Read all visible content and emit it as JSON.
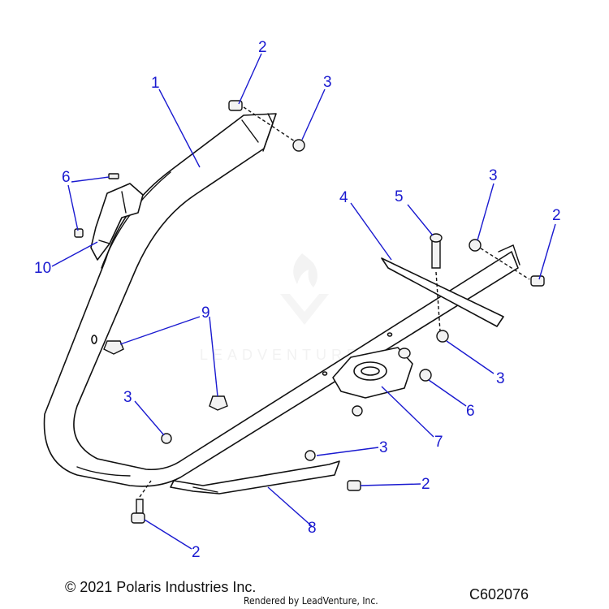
{
  "diagram": {
    "callouts": [
      "1",
      "2",
      "3",
      "2",
      "3",
      "3",
      "2",
      "3",
      "4",
      "5",
      "6",
      "6",
      "7",
      "8",
      "9",
      "10"
    ],
    "watermark": "LEADVENTURE",
    "colors": {
      "callout": "#1a1ad0",
      "line": "#111111",
      "background": "#ffffff"
    }
  },
  "footer": {
    "copyright": "© 2021 Polaris Industries Inc.",
    "rendered_by": "Rendered by LeadVenture, Inc.",
    "code": "C602076"
  }
}
